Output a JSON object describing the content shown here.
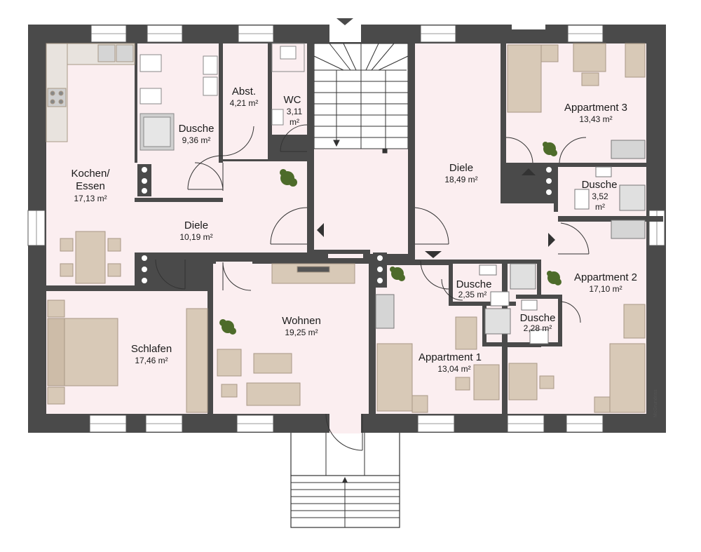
{
  "rooms": {
    "kochen": {
      "name_line1": "Kochen/",
      "name_line2": "Essen",
      "area": "17,13 m²"
    },
    "dusche_main": {
      "name": "Dusche",
      "area": "9,36 m²"
    },
    "abst": {
      "name": "Abst.",
      "area": "4,21 m²"
    },
    "wc": {
      "name": "WC",
      "area_line1": "3,11",
      "area_line2": "m²"
    },
    "diele_left": {
      "name": "Diele",
      "area": "10,19 m²"
    },
    "diele_right": {
      "name": "Diele",
      "area": "18,49 m²"
    },
    "appartment3": {
      "name": "Appartment 3",
      "area": "13,43 m²"
    },
    "dusche_a3": {
      "name": "Dusche",
      "area_line1": "3,52",
      "area_line2": "m²"
    },
    "appartment2": {
      "name": "Appartment 2",
      "area": "17,10 m²"
    },
    "dusche_a1": {
      "name": "Dusche",
      "area": "2,35 m²"
    },
    "dusche_a2": {
      "name": "Dusche",
      "area": "2,28 m²"
    },
    "appartment1": {
      "name": "Appartment 1",
      "area": "13,04 m²"
    },
    "wohnen": {
      "name": "Wohnen",
      "area": "19,25 m²"
    },
    "schlafen": {
      "name": "Schlafen",
      "area": "17,46 m²"
    }
  },
  "credit": "McGrundriss",
  "colors": {
    "wall": "#4a4a4a",
    "floor": "#fbeef0",
    "furniture": "#d8c9b7",
    "furniture_stroke": "#a89886",
    "plant": "#4d6b2a"
  }
}
